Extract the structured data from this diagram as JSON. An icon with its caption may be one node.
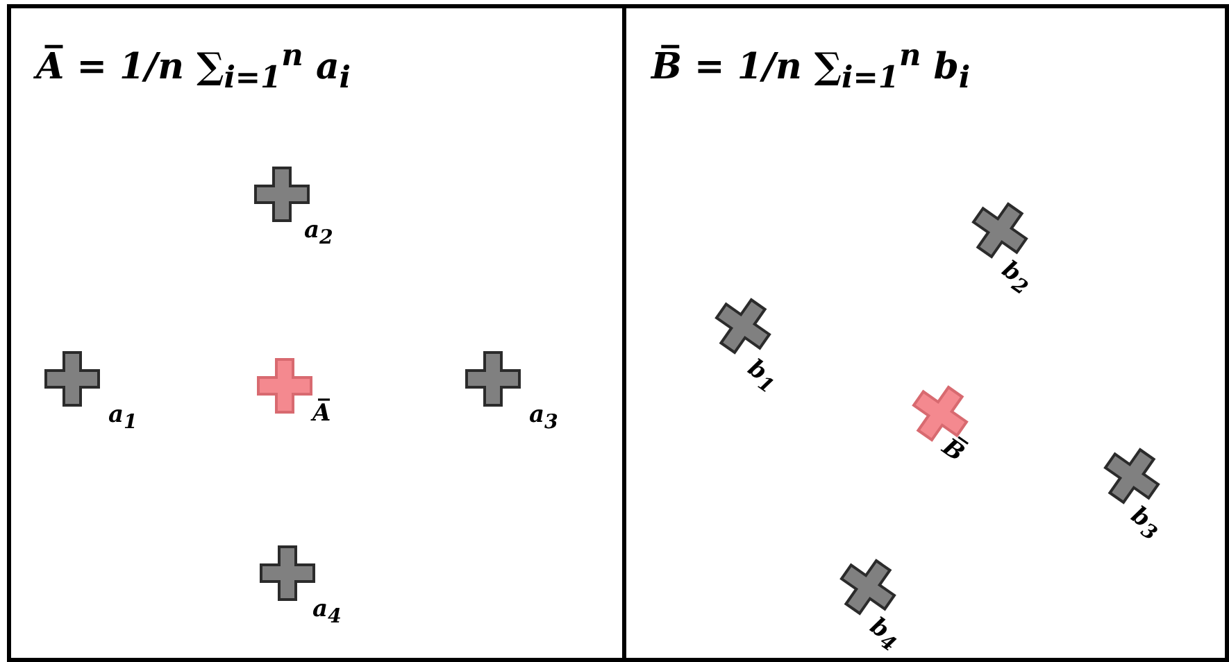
{
  "diagram": {
    "nodes": [
      {
        "text": [
          "A̅ = 1/n ∑$_{i=1}$$^{n}$ a$_{i}$"
        ]
      },
      {
        "text": [],
        "shape": "cross",
        "in": 0,
        "beside": [
          "a$_{2}$"
        ]
      },
      {
        "text": [],
        "shape": "cross",
        "in": 0,
        "beside": [
          "a$_{1}$"
        ]
      },
      {
        "text": [],
        "shape": "cross",
        "in": 0,
        "beside": [
          "A̅"
        ]
      },
      {
        "text": [],
        "shape": "cross",
        "in": 0,
        "beside": [
          "a$_{3}$"
        ]
      },
      {
        "text": [],
        "shape": "cross",
        "in": 0,
        "beside": [
          "a$_{4}$"
        ]
      },
      {
        "text": [
          "B̅ = 1/n ∑$_{i=1}$$^{n}$ b$_{i}$"
        ]
      },
      {
        "text": [],
        "shape": "cross",
        "in": 6,
        "beside": [
          "b$_{2}$"
        ]
      },
      {
        "text": [],
        "shape": "cross",
        "in": 6,
        "beside": [
          "b$_{1}$"
        ]
      },
      {
        "text": [],
        "shape": "cross",
        "in": 6,
        "beside": [
          "B̅"
        ]
      },
      {
        "text": [],
        "shape": "cross",
        "in": 6,
        "beside": [
          "b$_{3}$"
        ]
      },
      {
        "text": [],
        "shape": "cross",
        "in": 6,
        "beside": [
          "b$_{4}$"
        ]
      }
    ]
  }
}
